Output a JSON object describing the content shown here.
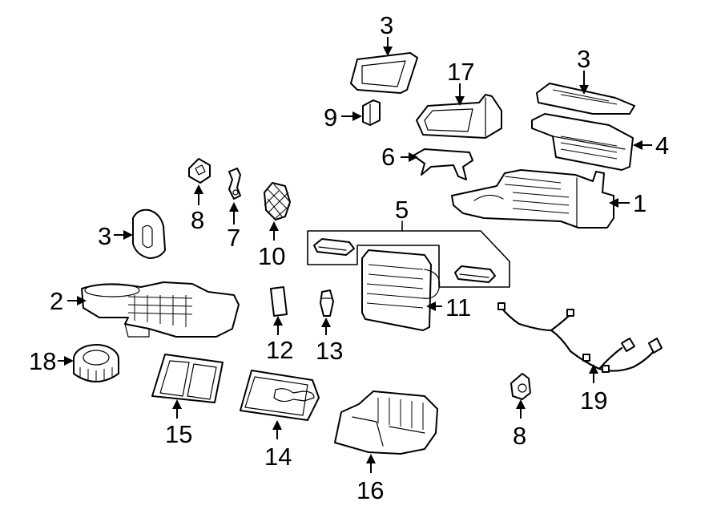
{
  "callouts": {
    "c1": "1",
    "c2": "2",
    "c3a": "3",
    "c3b": "3",
    "c3c": "3",
    "c4": "4",
    "c5": "5",
    "c6": "6",
    "c7": "7",
    "c8a": "8",
    "c8b": "8",
    "c9": "9",
    "c10": "10",
    "c11": "11",
    "c12": "12",
    "c13": "13",
    "c14": "14",
    "c15": "15",
    "c16": "16",
    "c17": "17",
    "c18": "18",
    "c19": "19"
  }
}
